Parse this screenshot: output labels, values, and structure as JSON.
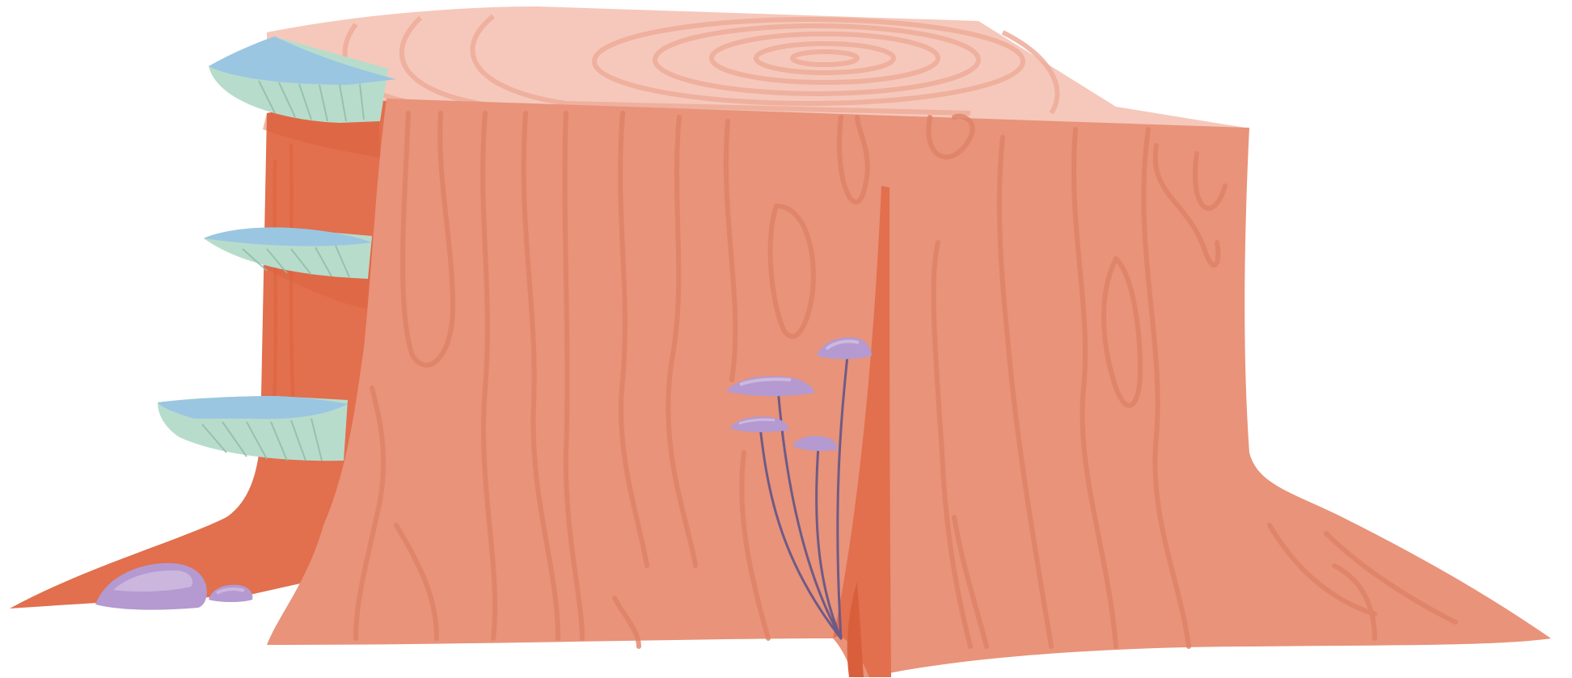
{
  "scene": {
    "colors": {
      "background": "#ffffff",
      "stump_top": "#f5c8bb",
      "stump_top_rings": "#eeac9a",
      "stump_front": "#e8937a",
      "stump_grain": "#df8267",
      "stump_shadow_side": "#e26f4d",
      "stump_dark": "#d95f3c",
      "shelf_fungus_top": "#9ac6e2",
      "shelf_fungus_gills": "#b8dccb",
      "shelf_fungus_gill_lines": "#8fbaa6",
      "mushroom_cap": "#b49ad0",
      "mushroom_cap_light": "#cdb8e0",
      "mushroom_stem": "#6f5a86",
      "stone": "#b49ad0",
      "stone_light": "#cbb6de"
    },
    "icons": [
      "tree-stump",
      "shelf-fungus",
      "mushroom",
      "stone"
    ]
  }
}
